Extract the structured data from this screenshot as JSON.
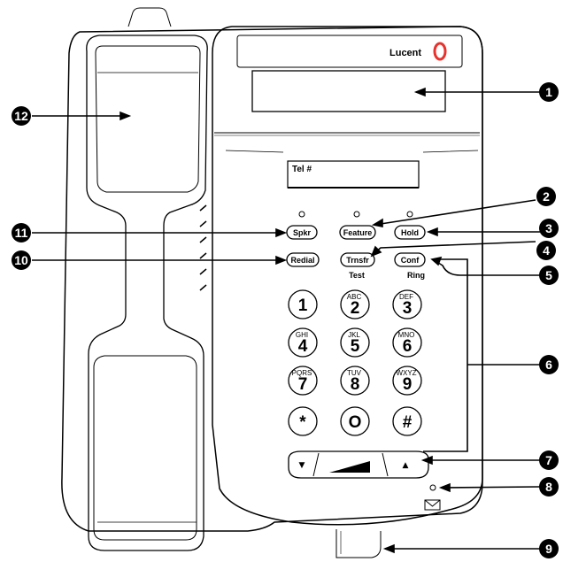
{
  "brand": {
    "name": "Lucent"
  },
  "label_card": {
    "text": "Tel #"
  },
  "buttons": {
    "spkr": "Spkr",
    "feature": "Feature",
    "hold": "Hold",
    "redial": "Redial",
    "transfer": "Trnsfr",
    "transfer_sub": "Test",
    "conf": "Conf",
    "conf_sub": "Ring"
  },
  "keypad": [
    {
      "digit": "1",
      "letters": ""
    },
    {
      "digit": "2",
      "letters": "ABC"
    },
    {
      "digit": "3",
      "letters": "DEF"
    },
    {
      "digit": "4",
      "letters": "GHI"
    },
    {
      "digit": "5",
      "letters": "JKL"
    },
    {
      "digit": "6",
      "letters": "MNO"
    },
    {
      "digit": "7",
      "letters": "PQRS"
    },
    {
      "digit": "8",
      "letters": "TUV"
    },
    {
      "digit": "9",
      "letters": "WXYZ"
    },
    {
      "digit": "*",
      "letters": ""
    },
    {
      "digit": "O",
      "letters": ""
    },
    {
      "digit": "#",
      "letters": ""
    }
  ],
  "volume": {
    "down": "▼",
    "up": "▲"
  },
  "callouts": [
    "1",
    "2",
    "3",
    "4",
    "5",
    "6",
    "7",
    "8",
    "9",
    "10",
    "11",
    "12"
  ],
  "colors": {
    "outline": "#000000",
    "callout_fill": "#000000",
    "brand_logo": "#e8322d"
  },
  "icons": [
    "envelope-icon",
    "lucent-logo-icon",
    "volume-ramp-icon"
  ]
}
